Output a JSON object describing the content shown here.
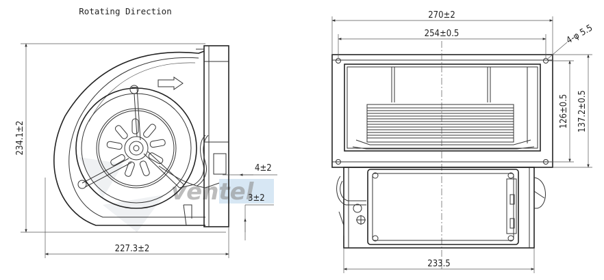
{
  "caption": "Rotating Direction",
  "dimensions": {
    "height_left": "234.1±2",
    "width_left": "227.3±2",
    "offset_a": "4±2",
    "offset_b": "3±2",
    "width_outer": "270±2",
    "width_inner": "254±0.5",
    "holes": "4-φ 5.5",
    "height_inner": "126±0.5",
    "height_outer": "137.2±0.5",
    "width_bottom": "233.5"
  },
  "watermark": "ventel",
  "colors": {
    "line": "#333333",
    "watermark": "#9fc6e3"
  }
}
